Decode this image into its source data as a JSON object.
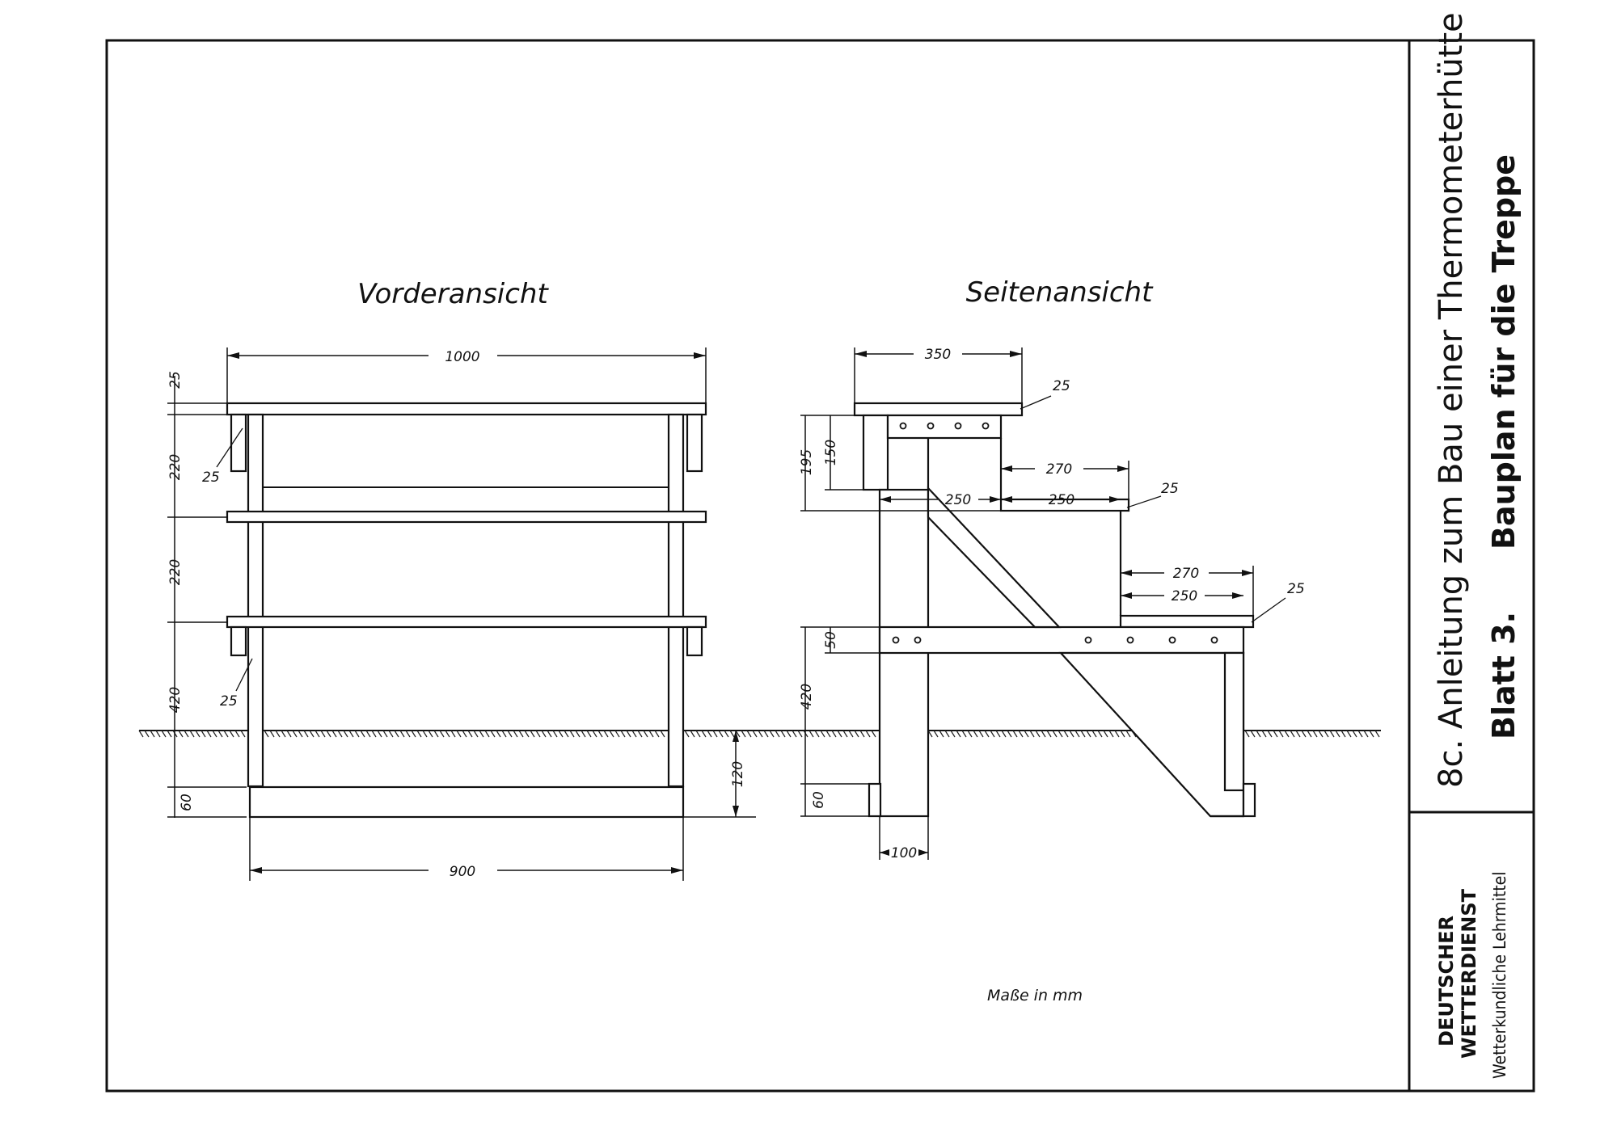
{
  "sheet": {
    "title_line1": "8c. Anleitung zum Bau einer Thermometerhütte",
    "title_line2a": "Blatt 3.",
    "title_line2b": "Bauplan für die Treppe",
    "publisher_line1": "DEUTSCHER",
    "publisher_line2": "WETTERDIENST",
    "publisher_line3": "Wetterkundliche Lehrmittel",
    "units_note": "Maße in mm"
  },
  "front_view": {
    "title": "Vorderansicht",
    "dims": {
      "width_top": "1000",
      "width_bottom": "900",
      "board_thickness": "25",
      "rise_1": "220",
      "rise_2": "220",
      "rise_3": "420",
      "foot": "60",
      "embed": "120",
      "leg_label_a": "25",
      "leg_label_b": "25"
    }
  },
  "side_view": {
    "title": "Seitenansicht",
    "dims": {
      "top_depth": "350",
      "top_thickness": "25",
      "height_195": "195",
      "height_150": "150",
      "step2_overall": "270",
      "step2_tread": "250",
      "step2_thickness": "25",
      "leg_offset": "250",
      "step3_overall": "270",
      "step3_tread": "250",
      "step3_thickness": "25",
      "beam_height": "50",
      "rise_420": "420",
      "foot": "60",
      "leg_width": "100"
    }
  }
}
